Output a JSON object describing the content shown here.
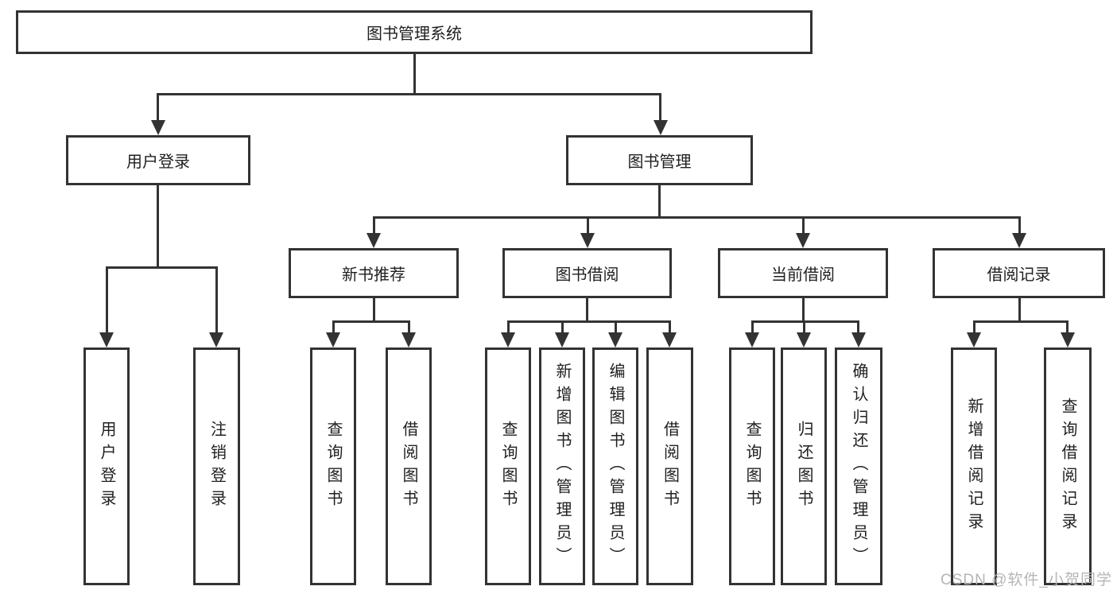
{
  "diagram": {
    "title": "图书管理系统",
    "root": {
      "label": "图书管理系统",
      "children": [
        {
          "label": "用户登录",
          "children": [
            {
              "label": "用户登录"
            },
            {
              "label": "注销登录"
            }
          ]
        },
        {
          "label": "图书管理",
          "children": [
            {
              "label": "新书推荐",
              "children": [
                {
                  "label": "查询图书"
                },
                {
                  "label": "借阅图书"
                }
              ]
            },
            {
              "label": "图书借阅",
              "children": [
                {
                  "label": "查询图书"
                },
                {
                  "label": "新增图书（管理员）"
                },
                {
                  "label": "编辑图书（管理员）"
                },
                {
                  "label": "借阅图书"
                }
              ]
            },
            {
              "label": "当前借阅",
              "children": [
                {
                  "label": "查询图书"
                },
                {
                  "label": "归还图书"
                },
                {
                  "label": "确认归还（管理员）"
                }
              ]
            },
            {
              "label": "借阅记录",
              "children": [
                {
                  "label": "新增借阅记录"
                },
                {
                  "label": "查询借阅记录"
                }
              ]
            }
          ]
        }
      ]
    },
    "watermark": "CSDN @软件_小贺同学",
    "colors": {
      "line": "#333333",
      "box_border": "#333333",
      "text": "#1f1f1f",
      "watermark": "#b5b5b5",
      "background": "#ffffff"
    }
  }
}
